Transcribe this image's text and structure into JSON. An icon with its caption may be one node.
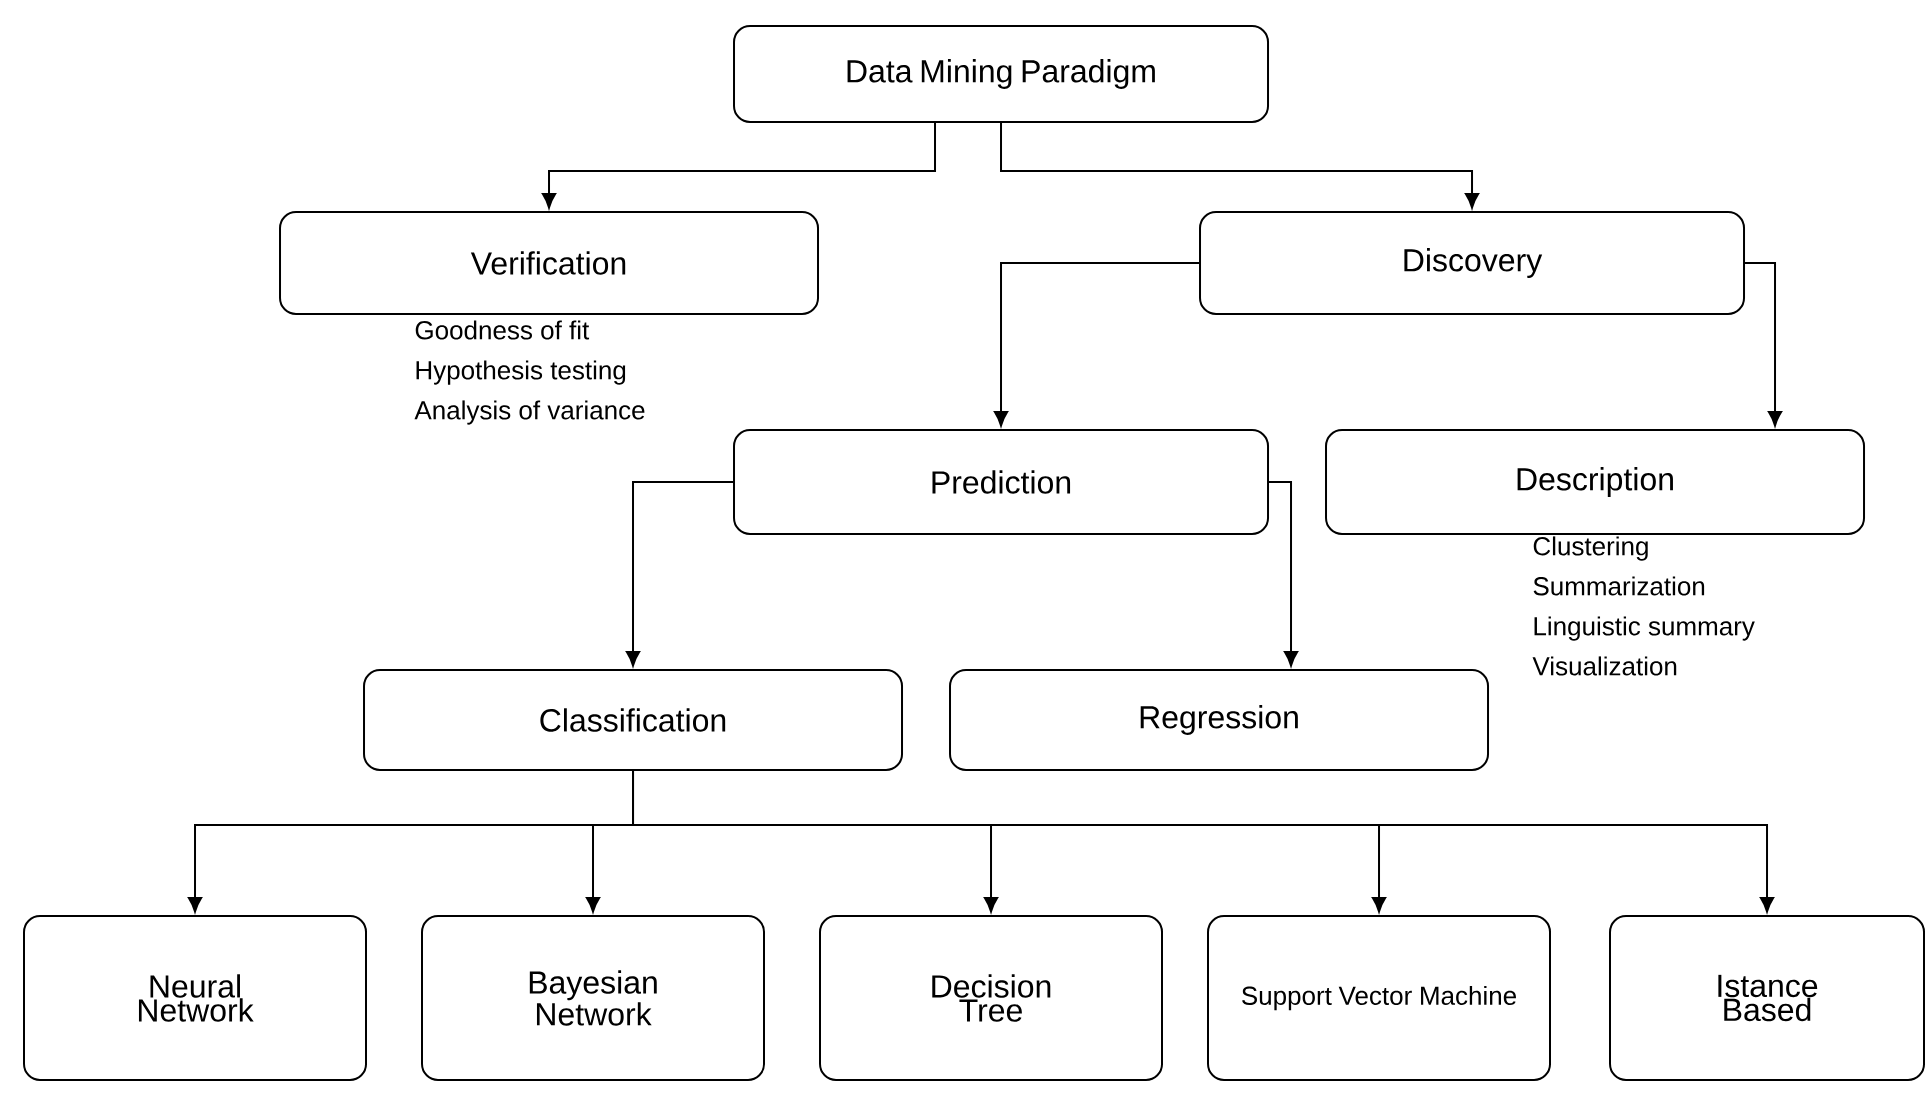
{
  "diagram": {
    "nodes": [
      {
        "text": [
          "Data Mining Paradigm"
        ]
      },
      {
        "text": [
          "Verification"
        ],
        "beside": [
          "Goodness of fit",
          "Hypothesis testing",
          "Analysis of variance"
        ]
      },
      {
        "text": [
          "Discovery"
        ]
      },
      {
        "text": [
          "Prediction"
        ]
      },
      {
        "text": [
          "Description"
        ],
        "beside": [
          "Clustering",
          "Summarization",
          "Linguistic summary",
          "Visualization"
        ]
      },
      {
        "text": [
          "Classification"
        ]
      },
      {
        "text": [
          "Regression"
        ]
      },
      {
        "text": [
          "Neural Network"
        ]
      },
      {
        "text": [
          "Bayesian Network"
        ]
      },
      {
        "text": [
          "Decision Tree"
        ]
      },
      {
        "text": [
          "Support Vector Machine"
        ]
      },
      {
        "text": [
          "Istance Based"
        ]
      }
    ],
    "edges": [
      {
        "from": 0,
        "to": 1,
        "arrow": "to"
      },
      {
        "from": 0,
        "to": 2,
        "arrow": "to"
      },
      {
        "from": 2,
        "to": 3,
        "arrow": "to"
      },
      {
        "from": 2,
        "to": 4,
        "arrow": "to"
      },
      {
        "from": 3,
        "to": 5,
        "arrow": "to"
      },
      {
        "from": 3,
        "to": 6,
        "arrow": "to"
      },
      {
        "from": 5,
        "to": 7,
        "arrow": "to"
      },
      {
        "from": 5,
        "to": 8,
        "arrow": "to"
      },
      {
        "from": 5,
        "to": 9,
        "arrow": "to"
      },
      {
        "from": 5,
        "to": 10,
        "arrow": "to"
      },
      {
        "from": 5,
        "to": 11,
        "arrow": "to"
      }
    ]
  }
}
